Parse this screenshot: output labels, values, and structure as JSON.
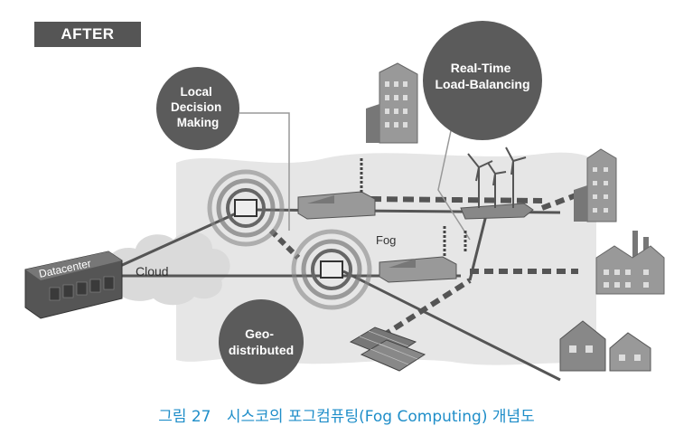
{
  "tag": "AFTER",
  "labels": {
    "local_decision": [
      "Local",
      "Decision",
      "Making"
    ],
    "realtime": [
      "Real-Time",
      "Load-Balancing"
    ],
    "geo": [
      "Geo-",
      "distributed"
    ],
    "fog": "Fog",
    "cloud": "Cloud",
    "datacenter": "Datacenter"
  },
  "caption": {
    "number": "그림 27",
    "text": "시스코의 포그컴퓨팅(Fog Computing) 개념도"
  },
  "colors": {
    "bubble": "#5b5b5b",
    "fog_band": "#e6e6e6",
    "line": "#555555",
    "caption": "#1f8ec9"
  }
}
